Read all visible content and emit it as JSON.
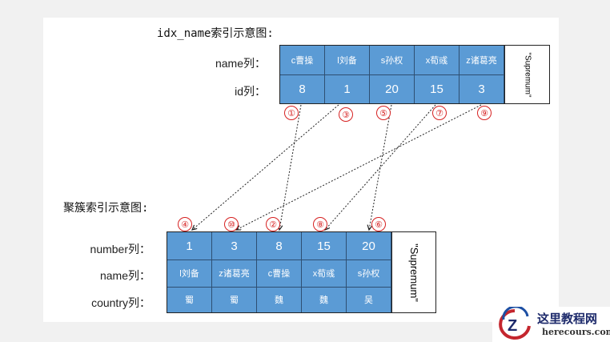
{
  "index_diagram": {
    "title": "idx_name索引示意图:",
    "row_labels": [
      "name列：",
      "id列："
    ],
    "name_row": [
      "c曹操",
      "l刘备",
      "s孙权",
      "x荀彧",
      "z诸葛亮"
    ],
    "id_row": [
      "8",
      "1",
      "20",
      "15",
      "3"
    ],
    "supremum": "\"Supremum\""
  },
  "clustered_diagram": {
    "title": "聚簇索引示意图:",
    "row_labels": [
      "number列：",
      "name列：",
      "country列："
    ],
    "number_row": [
      "1",
      "3",
      "8",
      "15",
      "20"
    ],
    "name_row": [
      "l刘备",
      "z诸葛亮",
      "c曹操",
      "x荀彧",
      "s孙权"
    ],
    "country_row": [
      "蜀",
      "蜀",
      "魏",
      "魏",
      "吴"
    ],
    "supremum": "\"Supremum\""
  },
  "step_markers": [
    "①",
    "②",
    "③",
    "④",
    "⑤",
    "⑥",
    "⑦",
    "⑧",
    "⑨",
    "⑩"
  ],
  "watermark": {
    "logo_letter": "Z",
    "name": "这里教程网",
    "domain": "herecours.com"
  },
  "colors": {
    "cell": "#5b9bd5",
    "marker": "#d62020",
    "arrow": "#222222"
  }
}
